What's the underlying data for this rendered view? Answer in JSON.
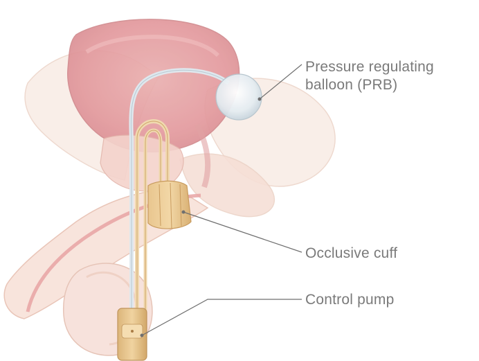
{
  "labels": {
    "prb_line1": "Pressure regulating",
    "prb_line2": "balloon (PRB)",
    "cuff": "Occlusive cuff",
    "pump": "Control pump"
  },
  "colors": {
    "bladder": "#e9a9aa",
    "tissue": "#f7ddd4",
    "device": "#e6c48e",
    "leader": "#6f6f6f"
  }
}
